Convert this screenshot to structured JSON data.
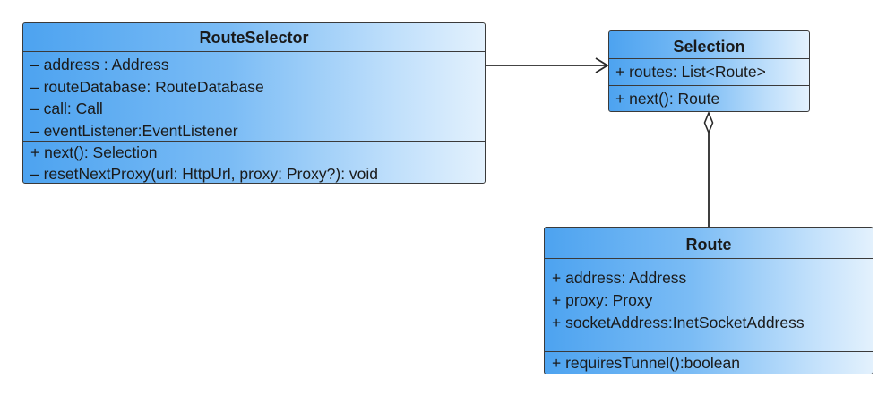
{
  "classes": {
    "route_selector": {
      "name": "RouteSelector",
      "attributes": [
        "–  address : Address",
        "–  routeDatabase: RouteDatabase",
        "–  call: Call",
        "–  eventListener:EventListener"
      ],
      "operations": [
        "+ next(): Selection",
        "– resetNextProxy(url: HttpUrl, proxy: Proxy?): void"
      ]
    },
    "selection": {
      "name": "Selection",
      "attributes": [
        "+ routes: List<Route>"
      ],
      "operations": [
        "+ next(): Route"
      ]
    },
    "route": {
      "name": "Route",
      "attributes": [
        "+ address: Address",
        "+ proxy: Proxy",
        "+ socketAddress:InetSocketAddress"
      ],
      "operations": [
        "+ requiresTunnel():boolean"
      ]
    }
  },
  "relations": [
    {
      "from": "RouteSelector",
      "to": "Selection",
      "kind": "association-arrow"
    },
    {
      "from": "Selection",
      "to": "Route",
      "kind": "aggregation"
    }
  ],
  "colors": {
    "box_border": "#3a3a3a",
    "box_fill_start": "#4da3f0",
    "box_fill_end": "#e3f1fd",
    "line": "#2a2a2a"
  }
}
